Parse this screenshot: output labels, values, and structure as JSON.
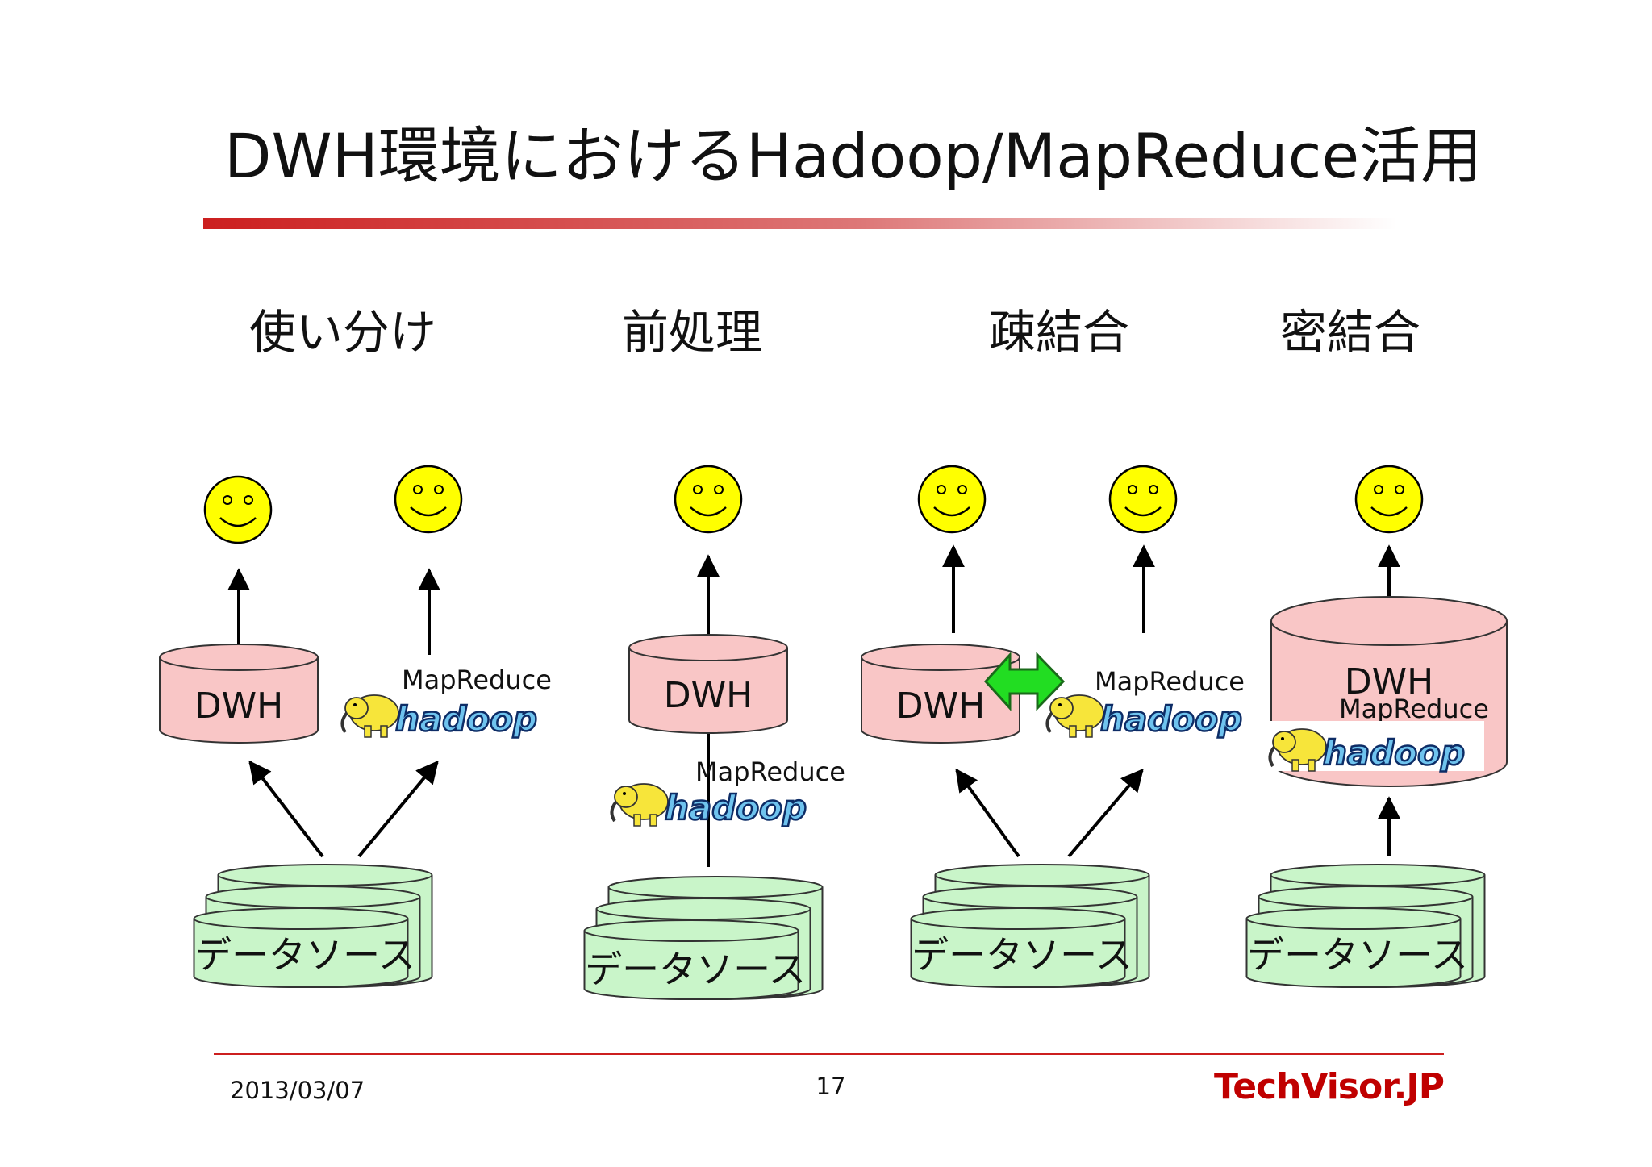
{
  "title": "DWH環境におけるHadoop/MapReduce活用",
  "sections": [
    {
      "label": "使い分け"
    },
    {
      "label": "前処理"
    },
    {
      "label": "疎結合"
    },
    {
      "label": "密結合"
    }
  ],
  "labels": {
    "dwh": "DWH",
    "mapreduce": "MapReduce",
    "hadoop": "hadoop",
    "datasource": "データソース"
  },
  "footer": {
    "date": "2013/03/07",
    "page": "17",
    "brand": "TechVisor.JP"
  },
  "colors": {
    "accent_red": "#cc1f1f",
    "dwh_fill": "#f9c6c6",
    "datasource_fill": "#c9f5c9",
    "smiley_fill": "#ffff00",
    "sync_arrow": "#22dd22"
  },
  "icons": [
    "smiley-face-icon",
    "hadoop-elephant-icon",
    "double-arrow-icon"
  ]
}
